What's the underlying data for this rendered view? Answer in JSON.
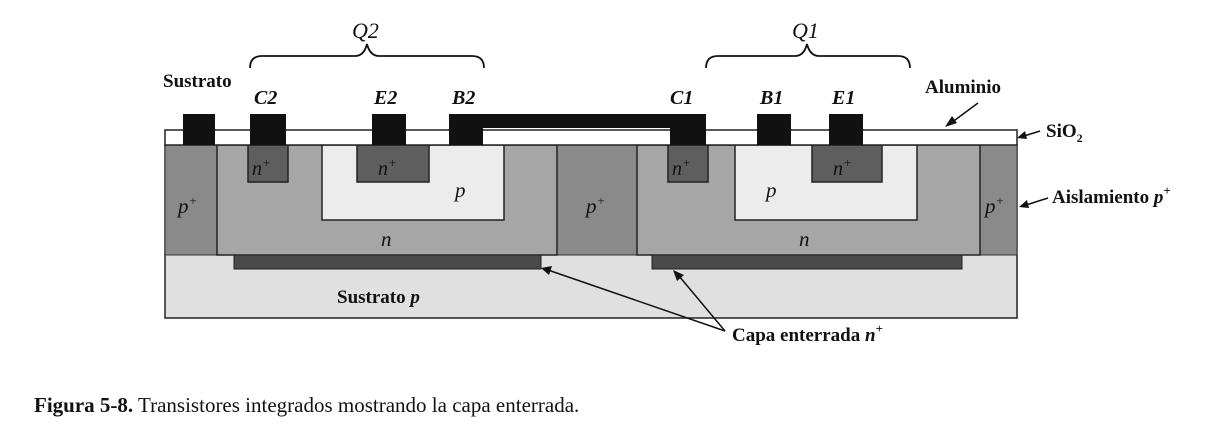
{
  "labels": {
    "q2": "Q2",
    "q1": "Q1",
    "sustrato_top": "Sustrato",
    "c2": "C2",
    "e2": "E2",
    "b2": "B2",
    "c1": "C1",
    "b1": "B1",
    "e1": "E1",
    "aluminio": "Aluminio",
    "sio2_main": "SiO",
    "sio2_sub": "2",
    "aislamiento": "Aislamiento ",
    "p": "p",
    "plus": "+",
    "n": "n",
    "sustrato_p": "Sustrato ",
    "capa_enterrada": "Capa enterrada "
  },
  "caption": {
    "number": "Figura 5-8.",
    "text": " Transistores integrados mostrando la capa enterrada."
  },
  "colors": {
    "substrate": "#e0e0e0",
    "isolation_p_plus": "#8a8a8a",
    "n_well": "#a6a6a6",
    "p_base": "#ececec",
    "n_plus": "#5e5e5e",
    "buried_layer": "#4a4a4a",
    "metal": "#111111",
    "oxide": "#ffffff"
  }
}
